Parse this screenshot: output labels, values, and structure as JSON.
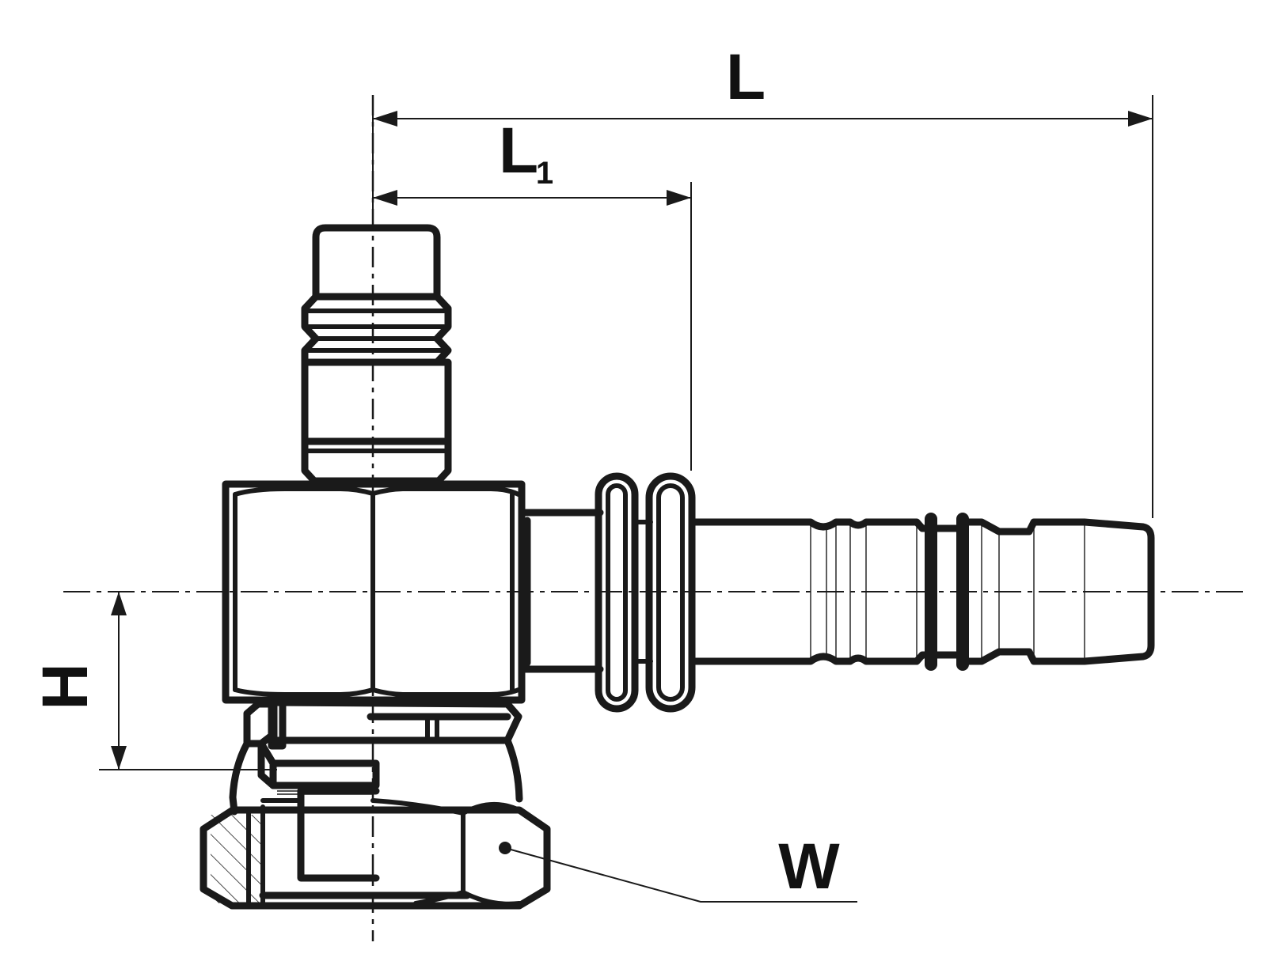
{
  "dimensions": {
    "overall_length": {
      "label": "L"
    },
    "partial_length": {
      "label": "L",
      "subscript": "1"
    },
    "height": {
      "label": "H"
    },
    "wrench_size": {
      "label": "W"
    }
  },
  "colors": {
    "line": "#1a1a1a",
    "background": "#ffffff"
  }
}
